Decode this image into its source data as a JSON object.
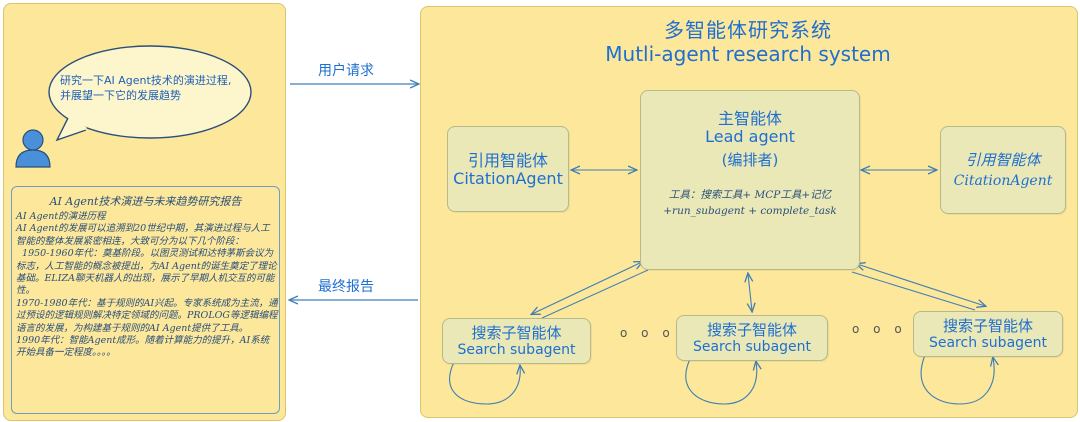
{
  "title": {
    "zh": "多智能体研究系统",
    "en": "Mutli-agent research system"
  },
  "arrows": {
    "user_request": "用户请求",
    "final_report": "最终报告"
  },
  "user": {
    "icon": "user-icon",
    "query": "研究一下AI Agent技术的演进过程,并展望一下它的发展趋势"
  },
  "report": {
    "title": "AI Agent技术演进与未来趋势研究报告",
    "body": "AI Agent的演进历程\nAI Agent的发展可以追溯到20世纪中期，其演进过程与人工智能的整体发展紧密相连，大致可分为以下几个阶段：\n  1950-1960年代：奠基阶段。以图灵测试和达特茅斯会议为标志，人工智能的概念被提出，为AI Agent的诞生奠定了理论基础。ELIZA聊天机器人的出现，展示了早期人机交互的可能性。\n1970-1980年代：基于规则的AI兴起。专家系统成为主流，通过预设的逻辑规则解决特定领域的问题。PROLOG等逻辑编程语言的发展，为构建基于规则的AI Agent提供了工具。\n1990年代：智能Agent成形。随着计算能力的提升，AI系统开始具备一定程度。。。。"
  },
  "lead_agent": {
    "zh": "主智能体",
    "en": "Lead agent",
    "role": "(编排者)",
    "tools_line1": "工具：搜索工具+ MCP工具+记忆",
    "tools_line2": "+run_subagent + complete_task"
  },
  "citation_left": {
    "zh": "引用智能体",
    "en": "CitationAgent"
  },
  "citation_right": {
    "zh": "引用智能体",
    "en": "CitationAgent"
  },
  "search_agents": [
    {
      "zh": "搜索子智能体",
      "en": "Search subagent"
    },
    {
      "zh": "搜索子智能体",
      "en": "Search subagent"
    },
    {
      "zh": "搜索子智能体",
      "en": "Search subagent"
    }
  ],
  "ellipsis": "o o o",
  "colors": {
    "panel": "#fce79a",
    "agent_box": "#e9e8b6",
    "accent_blue": "#1f6fd1",
    "arrow": "#3f7fb6",
    "user_icon": "#4a90d9"
  }
}
